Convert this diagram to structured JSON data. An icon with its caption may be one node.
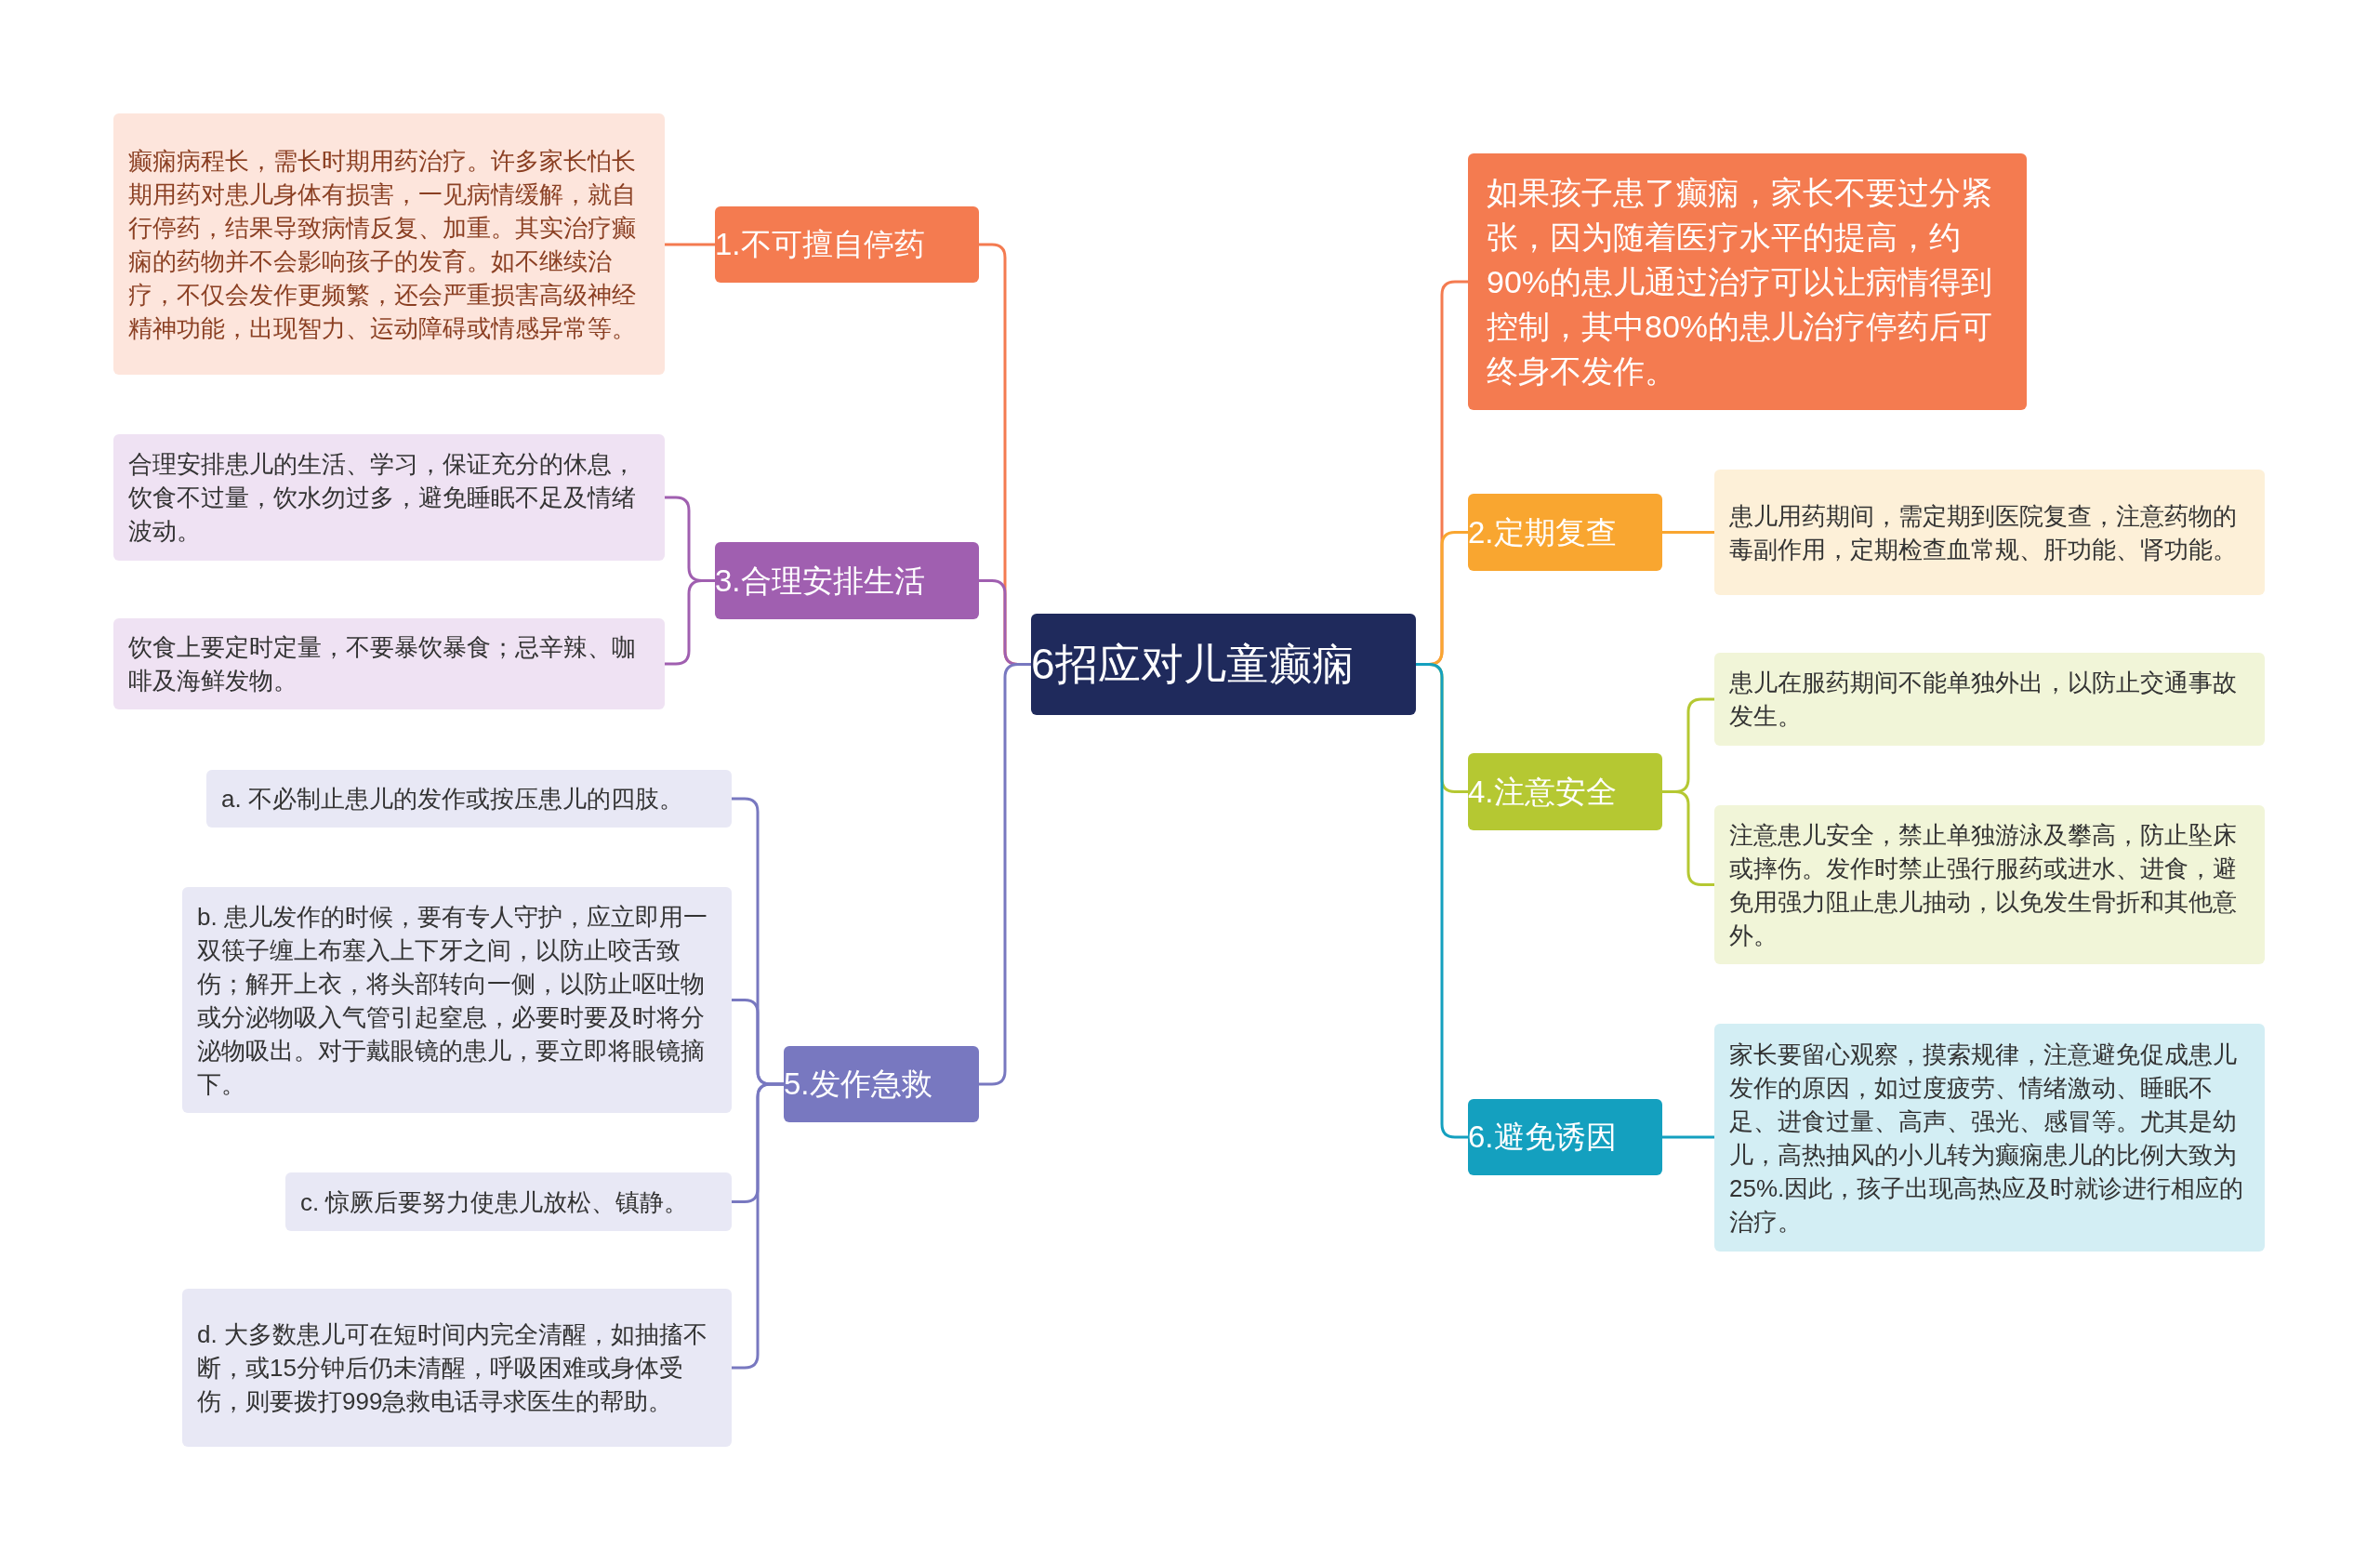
{
  "diagram": {
    "nodes": [
      {
        "text": [
          "6招应对儿童癫痫"
        ]
      },
      {
        "text": [
          "1.不可擅自停药"
        ]
      },
      {
        "text": [
          "癫痫病程长，需长时期用药治疗。许多家长怕长期用药对患儿身体有损害，一见病情缓解，就自行停药，结果导致病情反复、加重。其实治疗癫痫的药物并不会影响孩子的发育。如不继续治疗，不仅会发作更频繁，还会严重损害高级神经精神功能，出现智力、运动障碍或情感异常等。"
        ]
      },
      {
        "text": [
          "3.合理安排生活"
        ]
      },
      {
        "text": [
          "合理安排患儿的生活、学习，保证充分的休息，饮食不过量，饮水勿过多，避免睡眠不足及情绪波动。"
        ]
      },
      {
        "text": [
          "饮食上要定时定量，不要暴饮暴食；忌辛辣、咖啡及海鲜发物。"
        ]
      },
      {
        "text": [
          "5.发作急救"
        ]
      },
      {
        "text": [
          "a. 不必制止患儿的发作或按压患儿的四肢。"
        ]
      },
      {
        "text": [
          "b. 患儿发作的时候，要有专人守护，应立即用一双筷子缠上布塞入上下牙之间，以防止咬舌致伤；解开上衣，将头部转向一侧，以防止呕吐物或分泌物吸入气管引起窒息，必要时要及时将分泌物吸出。对于戴眼镜的患儿，要立即将眼镜摘下。"
        ]
      },
      {
        "text": [
          "c. 惊厥后要努力使患儿放松、镇静。"
        ]
      },
      {
        "text": [
          "d. 大多数患儿可在短时间内完全清醒，如抽搐不断，或15分钟后仍未清醒，呼吸困难或身体受伤，则要拨打999急救电话寻求医生的帮助。"
        ]
      },
      {
        "text": [
          "如果孩子患了癫痫，家长不要过分紧张，因为随着医疗水平的提高，约90%的患儿通过治疗可以让病情得到控制，其中80%的患儿治疗停药后可终身不发作。"
        ]
      },
      {
        "text": [
          "2.定期复查"
        ]
      },
      {
        "text": [
          "患儿用药期间，需定期到医院复查，注意药物的毒副作用，定期检查血常规、肝功能、肾功能。"
        ]
      },
      {
        "text": [
          "4.注意安全"
        ]
      },
      {
        "text": [
          "患儿在服药期间不能单独外出，以防止交通事故发生。"
        ]
      },
      {
        "text": [
          "注意患儿安全，禁止单独游泳及攀高，防止坠床或摔伤。发作时禁止强行服药或进水、进食，避免用强力阻止患儿抽动，以免发生骨折和其他意外。"
        ]
      },
      {
        "text": [
          "6.避免诱因"
        ]
      },
      {
        "text": [
          "家长要留心观察，摸索规律，注意避免促成患儿发作的原因，如过度疲劳、情绪激动、睡眠不足、进食过量、高声、强光、感冒等。尤其是幼儿，高热抽风的小儿转为癫痫患儿的比例大致为25%.因此，孩子出现高热应及时就诊进行相应的治疗。"
        ]
      }
    ],
    "edges": [
      {
        "from": 0,
        "to": 1,
        "arrow": "none",
        "color": "#f47b50"
      },
      {
        "from": 0,
        "to": 3,
        "arrow": "none",
        "color": "#a05fb0"
      },
      {
        "from": 0,
        "to": 6,
        "arrow": "none",
        "color": "#7878c0"
      },
      {
        "from": 0,
        "to": 11,
        "arrow": "none",
        "color": "#f47b50"
      },
      {
        "from": 0,
        "to": 12,
        "arrow": "none",
        "color": "#f9a630"
      },
      {
        "from": 0,
        "to": 14,
        "arrow": "none",
        "color": "#b5c832"
      },
      {
        "from": 0,
        "to": 17,
        "arrow": "none",
        "color": "#14a0bf"
      },
      {
        "from": 1,
        "to": 2,
        "arrow": "none",
        "color": "#f47b50"
      },
      {
        "from": 3,
        "to": 4,
        "arrow": "none",
        "color": "#a05fb0"
      },
      {
        "from": 3,
        "to": 5,
        "arrow": "none",
        "color": "#a05fb0"
      },
      {
        "from": 6,
        "to": 7,
        "arrow": "none",
        "color": "#7878c0"
      },
      {
        "from": 6,
        "to": 8,
        "arrow": "none",
        "color": "#7878c0"
      },
      {
        "from": 6,
        "to": 9,
        "arrow": "none",
        "color": "#7878c0"
      },
      {
        "from": 6,
        "to": 10,
        "arrow": "none",
        "color": "#7878c0"
      },
      {
        "from": 12,
        "to": 13,
        "arrow": "none",
        "color": "#f9a630"
      },
      {
        "from": 14,
        "to": 15,
        "arrow": "none",
        "color": "#b5c832"
      },
      {
        "from": 14,
        "to": 16,
        "arrow": "none",
        "color": "#b5c832"
      },
      {
        "from": 17,
        "to": 18,
        "arrow": "none",
        "color": "#14a0bf"
      }
    ]
  }
}
